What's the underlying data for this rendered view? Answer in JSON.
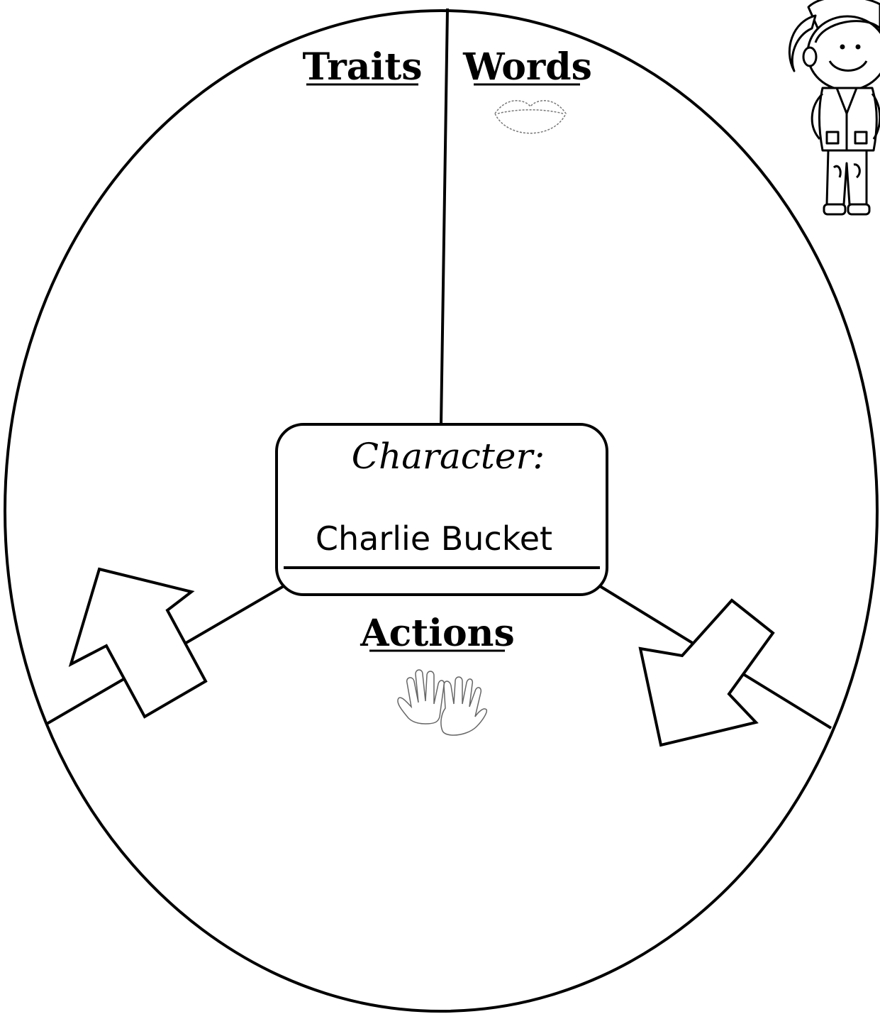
{
  "labels": {
    "traits": "Traits",
    "words": "Words",
    "actions": "Actions"
  },
  "character_box": {
    "title": "Character:",
    "name": "Charlie Bucket"
  },
  "icons": [
    "lips-icon",
    "hands-icon",
    "child-clipart-icon",
    "arrow-up-left-icon",
    "arrow-down-right-icon"
  ],
  "colors": {
    "ink": "#000000",
    "paper": "#ffffff"
  }
}
